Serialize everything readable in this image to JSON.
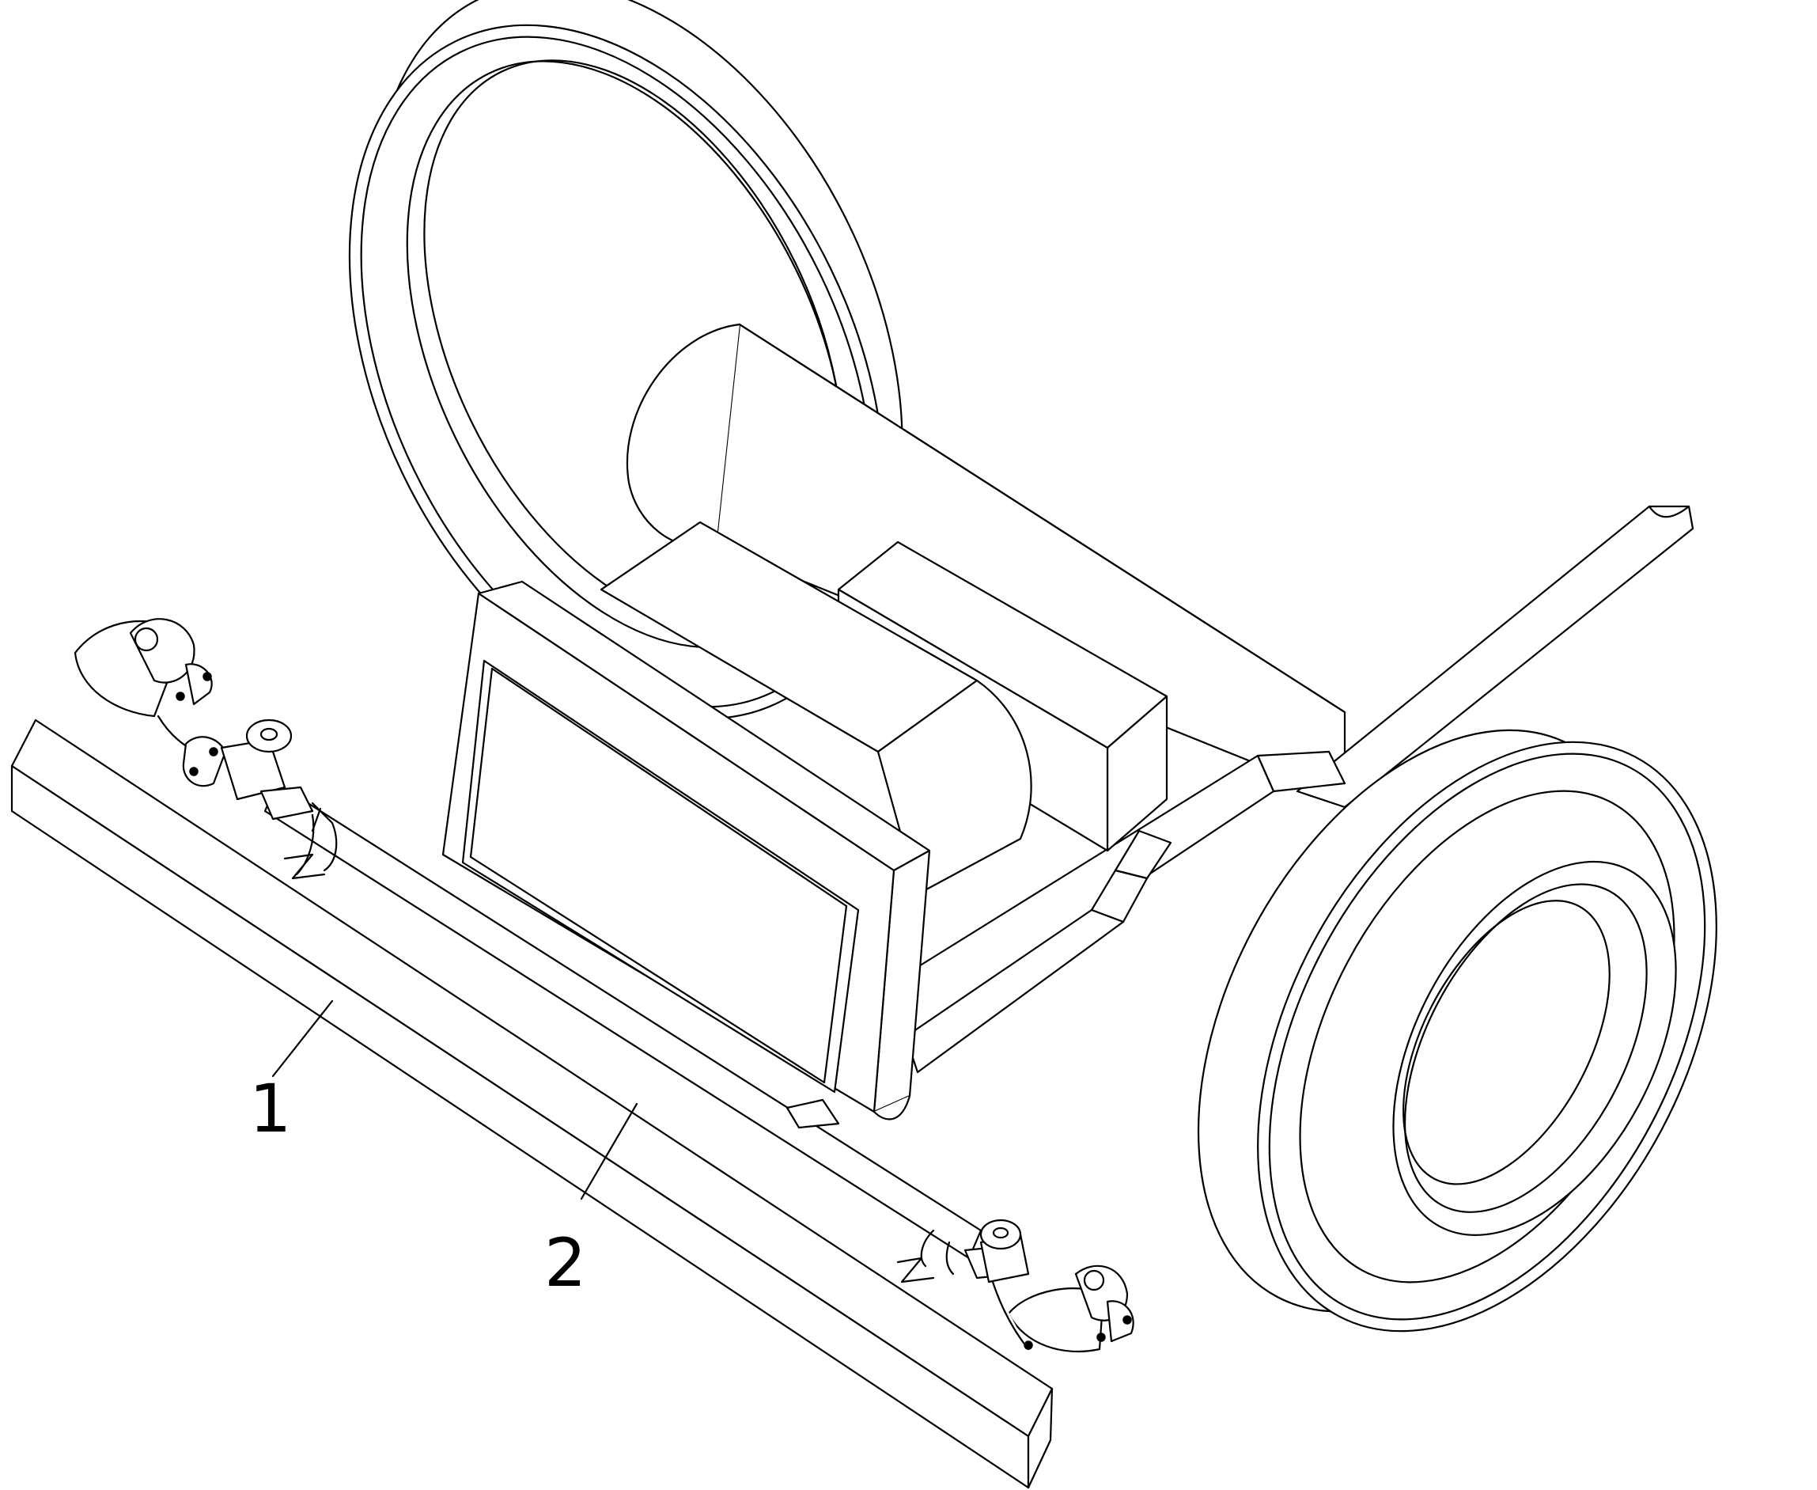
{
  "labels": [
    {
      "id": "1",
      "text": "1"
    },
    {
      "id": "2",
      "text": "2"
    }
  ]
}
